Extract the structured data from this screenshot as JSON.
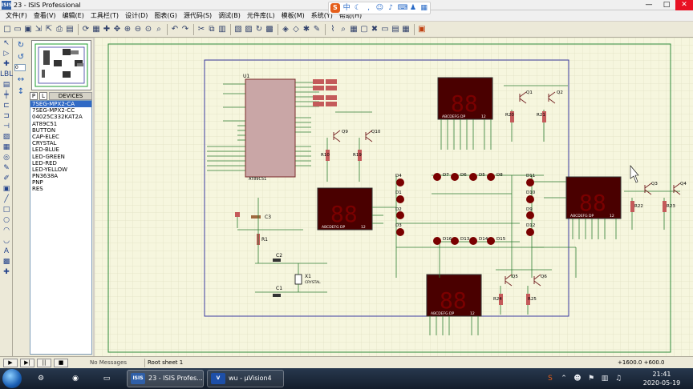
{
  "window": {
    "title": "23 - ISIS Professional",
    "app_icon_text": "ISIS"
  },
  "menus": [
    "文件(F)",
    "查看(V)",
    "编辑(E)",
    "工具栏(T)",
    "设计(D)",
    "图表(G)",
    "源代码(S)",
    "调试(B)",
    "元件库(L)",
    "模板(M)",
    "系统(Y)",
    "帮助(H)"
  ],
  "ime": {
    "logo": "S",
    "mode": "中"
  },
  "panel": {
    "rotation_value": "0",
    "tab_p": "P",
    "tab_l": "L",
    "devices_header": "DEVICES",
    "devices": [
      "7SEG-MPX2-CA",
      "7SEG-MPX2-CC",
      "04025C332KAT2A",
      "AT89C51",
      "BUTTON",
      "CAP-ELEC",
      "CRYSTAL",
      "LED-BLUE",
      "LED-GREEN",
      "LED-RED",
      "LED-YELLOW",
      "PN3638A",
      "PNP",
      "RES"
    ],
    "selected_device": "7SEG-MPX2-CA"
  },
  "schematic": {
    "mcu_label": "U1",
    "mcu_part": "AT89C51",
    "crystal_label": "X1",
    "crystal_part": "CRYSTAL",
    "cap_labels": [
      "C1",
      "C2",
      "C3"
    ],
    "transistors": [
      "Q1",
      "Q2",
      "Q3",
      "Q4",
      "Q5",
      "Q6",
      "Q9",
      "Q10"
    ],
    "resistors": [
      "R1",
      "R10",
      "R19",
      "R20",
      "R21",
      "R22",
      "R23",
      "R24",
      "R25"
    ],
    "leds": [
      "D1",
      "D2",
      "D3",
      "D4",
      "D5",
      "D6",
      "D7",
      "D8",
      "D9",
      "D10",
      "D11",
      "D12",
      "D13",
      "D14",
      "D15",
      "D16"
    ],
    "display_pins_label": "ABCDEFG DP",
    "display_com_label": "12"
  },
  "status": {
    "messages": "No Messages",
    "sheet": "Root sheet 1",
    "coord_x": "+1600.0",
    "coord_y": "+600.0"
  },
  "taskbar": {
    "task_isis": "23 - ISIS Profes...",
    "task_uvision": "wu - µVision4",
    "isis_icon_text": "ISIS",
    "uvision_icon_text": "V",
    "time": "21:41",
    "date": "2020-05-19"
  },
  "colors": {
    "led_red": "#7a0000",
    "segment_bg": "#4a0000",
    "wire": "#2e7d32",
    "border": "#3a3aa0",
    "canvas_bg": "#f6f6de"
  }
}
